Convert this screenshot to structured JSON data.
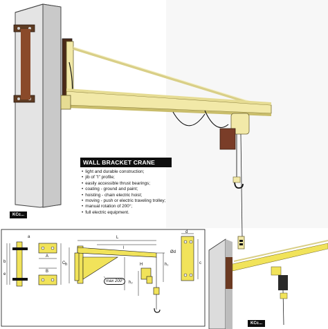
{
  "title": "WALL BRACKET CRANE KCc...",
  "features": [
    "light and durable construction;",
    "jib of \"I\" profile;",
    "easily accessible thrust bearings;",
    "coating - ground and paint;",
    "hoisting - chain electric hoist;",
    "moving - push or electric traveling trolley;",
    "manual rotation of 200°;",
    "full electric equipment."
  ],
  "model_labels": {
    "top_left": "KCc...",
    "bottom_right": "KCc..."
  },
  "diagram": {
    "dims": {
      "a": "a",
      "b": "b",
      "A": "A",
      "B": "B",
      "L": "L",
      "l": "l",
      "h": "h",
      "h1": "h₁",
      "h2": "h₂",
      "H": "H",
      "e": "e",
      "c": "c",
      "C": "C",
      "d": "d",
      "od": "Ød",
      "rotation": "max 200°"
    }
  },
  "colors": {
    "crane_yellow": "#f2e9a8",
    "crane_yellow_dark": "#b8ac5a",
    "drawing_yellow": "#f1e35a",
    "wall_gray": "#dcdcdc",
    "bracket_brown": "#8a4a2a"
  }
}
